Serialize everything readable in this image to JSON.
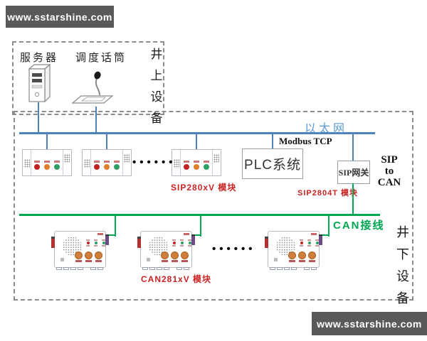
{
  "watermarks": {
    "top": "www.sstarshine.com",
    "bottom": "www.sstarshine.com"
  },
  "surface": {
    "server_label": "服务器",
    "mic_label": "调度话筒",
    "title_chars": [
      "井",
      "上",
      "设",
      "备"
    ]
  },
  "underground": {
    "title_chars": [
      "井",
      "下",
      "设",
      "备"
    ]
  },
  "network": {
    "ethernet_label": "以太网",
    "modbus_label": "Modbus TCP",
    "can_label": "CAN接线"
  },
  "nodes": {
    "plc_label": "PLC系统",
    "sip_gateway_label": "SIP网关",
    "sip_to_can_lines": [
      "SIP",
      "to",
      "CAN"
    ]
  },
  "modules": {
    "sip_module_label": "SIP280xV 模块",
    "sip_gateway_module_label": "SIP2804T 模块",
    "can_module_label": "CAN281xV 模块"
  },
  "ellipsis": {
    "upper": "••••••",
    "lower": "••••••"
  },
  "colors": {
    "ethernet_line": "#4f81bd",
    "ethernet_text": "#5b9bd5",
    "can_line": "#00a651",
    "module_label_text": "#cc2222",
    "watermark_bg": "#595959"
  }
}
